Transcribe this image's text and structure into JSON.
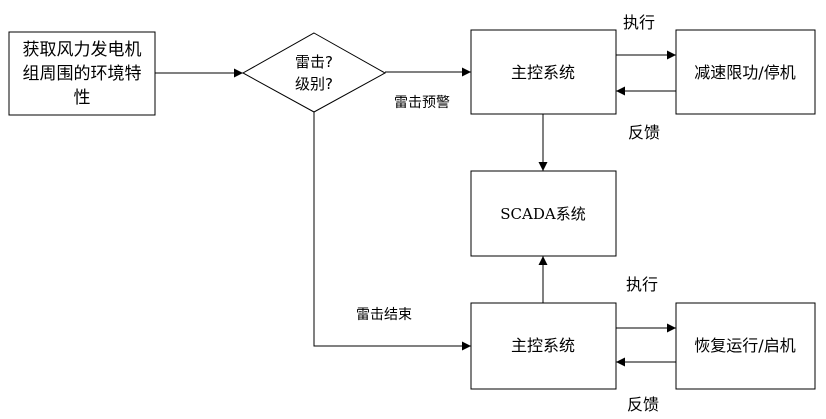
{
  "nodes": {
    "env_lines": [
      "获取风力发电机",
      "组周围的环境特",
      "性"
    ],
    "decision_line1": "雷击?",
    "decision_line2": "级别?",
    "main_top": "主控系统",
    "scada": "SCADA系统",
    "main_bottom": "主控系统",
    "reduce": "减速限功/停机",
    "restore": "恢复运行/启机"
  },
  "labels": {
    "warning": "雷击预警",
    "end": "雷击结束",
    "exec_top": "执行",
    "feedback_top": "反馈",
    "exec_bottom": "执行",
    "feedback_bottom": "反馈"
  }
}
